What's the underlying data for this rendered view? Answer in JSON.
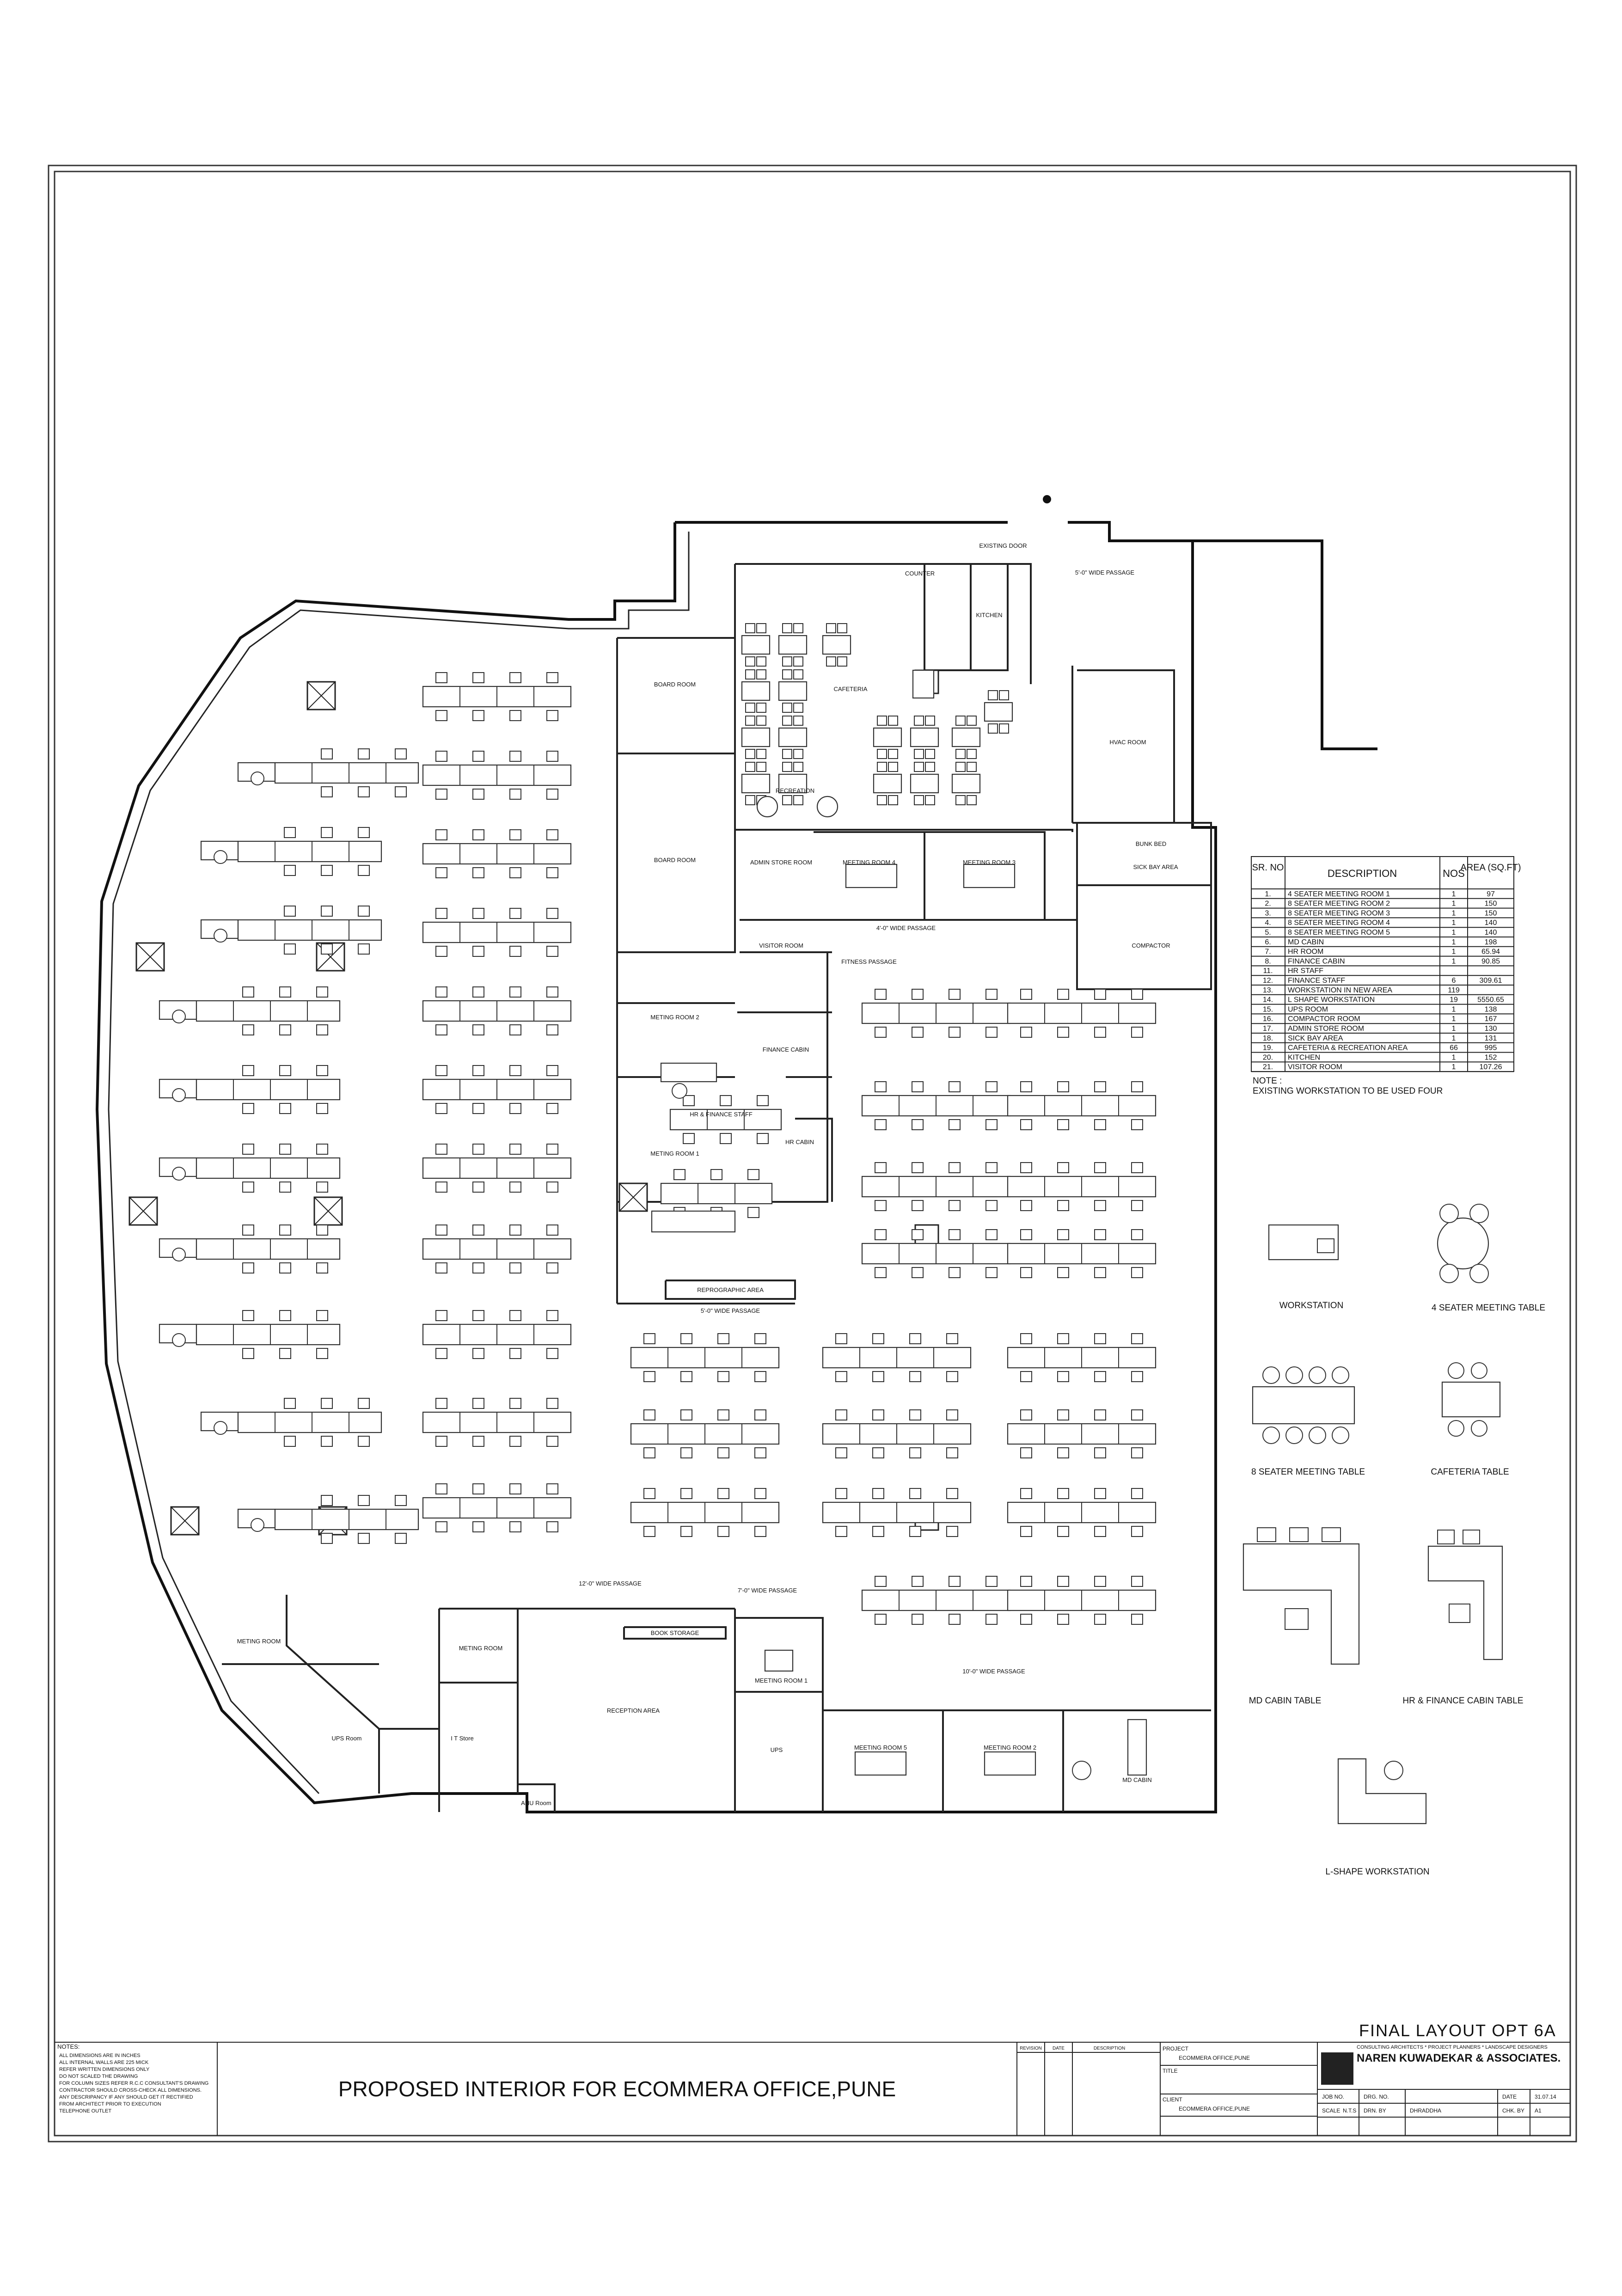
{
  "rooms": {
    "existing_door": "EXISTING DOOR",
    "passage_top": "5'-0\" WIDE PASSAGE",
    "counter": "COUNTER",
    "kitchen": "KITCHEN",
    "cafeteria": "CAFETERIA",
    "recreation": "RECREATION",
    "board_room_1": "BOARD ROOM",
    "board_room_2": "BOARD ROOM",
    "hvac": "HVAC ROOM",
    "bunk_bed": "BUNK BED",
    "sick_bay": "SICK BAY AREA",
    "meeting_4": "MEETING ROOM 4",
    "meeting_3": "MEETING ROOM 3",
    "admin_store": "ADMIN STORE ROOM",
    "compactor": "COMPACTOR",
    "fitness_passage": "FITNESS PASSAGE",
    "visitor_room": "VISITOR ROOM",
    "meeting_room_2": "METING ROOM 2",
    "meeting_room_1": "METING ROOM 1",
    "finance_cabin": "FINANCE CABIN",
    "hr_finance_staff": "HR & FINANCE STAFF",
    "hr_cabin": "HR CABIN",
    "reprographic": "REPROGRAPHIC AREA",
    "meeting_room_left": "METING ROOM",
    "meeting_room_mid": "METING ROOM",
    "book_storage": "BOOK STORAGE",
    "reception": "RECEPTION AREA",
    "meeting_room_1b": "MEETING ROOM 1",
    "ups_room": "UPS Room",
    "it_store": "I T Store",
    "ahu_room": "AHU Room",
    "ups": "UPS",
    "meeting_room_5": "MEETING ROOM 5",
    "meeting_room_2b": "MEETING ROOM 2",
    "md_cabin": "MD CABIN",
    "passage_4": "4'-0\" WIDE PASSAGE",
    "passage_5": "5'-0\" WIDE PASSAGE",
    "passage_7": "7'-0\" WIDE PASSAGE",
    "passage_10": "10'-0\" WIDE PASSAGE",
    "passage_12": "12'-0\" WIDE PASSAGE"
  },
  "schedule": {
    "headers": [
      "SR. NO",
      "DESCRIPTION",
      "NOS",
      "AREA (SQ.FT)"
    ],
    "rows": [
      {
        "no": "1.",
        "desc": "4 SEATER MEETING ROOM 1",
        "nos": "1",
        "area": "97"
      },
      {
        "no": "2.",
        "desc": "8 SEATER MEETING ROOM 2",
        "nos": "1",
        "area": "150"
      },
      {
        "no": "3.",
        "desc": "8 SEATER MEETING ROOM 3",
        "nos": "1",
        "area": "150"
      },
      {
        "no": "4.",
        "desc": "8 SEATER MEETING ROOM 4",
        "nos": "1",
        "area": "140"
      },
      {
        "no": "5.",
        "desc": "8 SEATER MEETING ROOM 5",
        "nos": "1",
        "area": "140"
      },
      {
        "no": "6.",
        "desc": "MD CABIN",
        "nos": "1",
        "area": "198"
      },
      {
        "no": "7.",
        "desc": "HR ROOM",
        "nos": "1",
        "area": "65.94"
      },
      {
        "no": "8.",
        "desc": "FINANCE CABIN",
        "nos": "1",
        "area": "90.85"
      },
      {
        "no": "11.",
        "desc": "HR STAFF",
        "nos": "",
        "area": ""
      },
      {
        "no": "12.",
        "desc": "FINANCE STAFF",
        "nos": "6",
        "area": "309.61"
      },
      {
        "no": "13.",
        "desc": "WORKSTATION IN NEW AREA",
        "nos": "119",
        "area": ""
      },
      {
        "no": "14.",
        "desc": "L SHAPE WORKSTATION",
        "nos": "19",
        "area": "5550.65"
      },
      {
        "no": "15.",
        "desc": "UPS ROOM",
        "nos": "1",
        "area": "138"
      },
      {
        "no": "16.",
        "desc": "COMPACTOR ROOM",
        "nos": "1",
        "area": "167"
      },
      {
        "no": "17.",
        "desc": "ADMIN STORE ROOM",
        "nos": "1",
        "area": "130"
      },
      {
        "no": "18.",
        "desc": "SICK BAY AREA",
        "nos": "1",
        "area": "131"
      },
      {
        "no": "19.",
        "desc": "CAFETERIA & RECREATION AREA",
        "nos": "66",
        "area": "995"
      },
      {
        "no": "20.",
        "desc": "KITCHEN",
        "nos": "1",
        "area": "152"
      },
      {
        "no": "21.",
        "desc": "VISITOR ROOM",
        "nos": "1",
        "area": "107.26"
      }
    ],
    "note_label": "NOTE :",
    "note_text": "EXISTING WORKSTATION TO BE USED FOUR"
  },
  "legend": {
    "workstation": "WORKSTATION",
    "four_seater": "4 SEATER MEETING TABLE",
    "eight_seater": "8 SEATER MEETING TABLE",
    "cafeteria_table": "CAFETERIA TABLE",
    "md_cabin_table": "MD CABIN TABLE",
    "hr_finance_table": "HR & FINANCE CABIN TABLE",
    "l_shape": "L-SHAPE WORKSTATION"
  },
  "title_block": {
    "layout_title": "FINAL LAYOUT OPT 6A",
    "project_title": "PROPOSED INTERIOR FOR ECOMMERA OFFICE,PUNE",
    "notes_heading": "NOTES:",
    "notes": [
      "ALL DIMENSIONS ARE IN INCHES",
      "ALL INTERNAL WALLS ARE 225 MICK",
      "REFER WRITTEN DIMENSIONS ONLY",
      "DO NOT SCALED THE DRAWING",
      "FOR COLUMN SIZES REFER R.C.C CONSULTANT'S DRAWING",
      "CONTRACTOR SHOULD CROSS-CHECK ALL DIMENSIONS.",
      "ANY DESCRIPANCY IF ANY SHOULD GET IT RECTIFIED",
      "FROM ARCHITECT PRIOR TO EXECUTION",
      "TELEPHONE OUTLET"
    ],
    "revision": "REVISION",
    "date": "DATE",
    "description": "DESCRIPTION",
    "project_label": "PROJECT",
    "project_value": "ECOMMERA OFFICE,PUNE",
    "title_label": "TITLE",
    "client_label": "CLIENT",
    "client_value": "ECOMMERA OFFICE,PUNE",
    "firm_tagline": "CONSULTING ARCHITECTS * PROJECT PLANNERS * LANDSCAPE DESIGNERS",
    "firm_name": "NAREN KUWADEKAR & ASSOCIATES.",
    "job_no": "JOB NO.",
    "drg_no": "DRG. NO.",
    "date_label": "DATE",
    "date_value": "31.07.14",
    "scale": "SCALE",
    "scale_value": "N.T.S",
    "drn_by": "DRN. BY",
    "drn_value": "DHRADDHA",
    "chk_by": "CHK. BY",
    "sheet": "A1"
  }
}
